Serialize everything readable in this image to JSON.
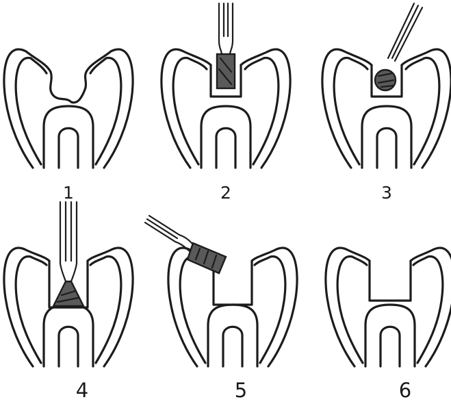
{
  "figure": {
    "panels": [
      {
        "label": "1"
      },
      {
        "label": "2"
      },
      {
        "label": "3"
      },
      {
        "label": "4"
      },
      {
        "label": "5"
      },
      {
        "label": "6"
      }
    ]
  },
  "colors": {
    "ink": "#1c1c1c",
    "background": "#ffffff",
    "bur_fill": "#5a5a5a"
  }
}
